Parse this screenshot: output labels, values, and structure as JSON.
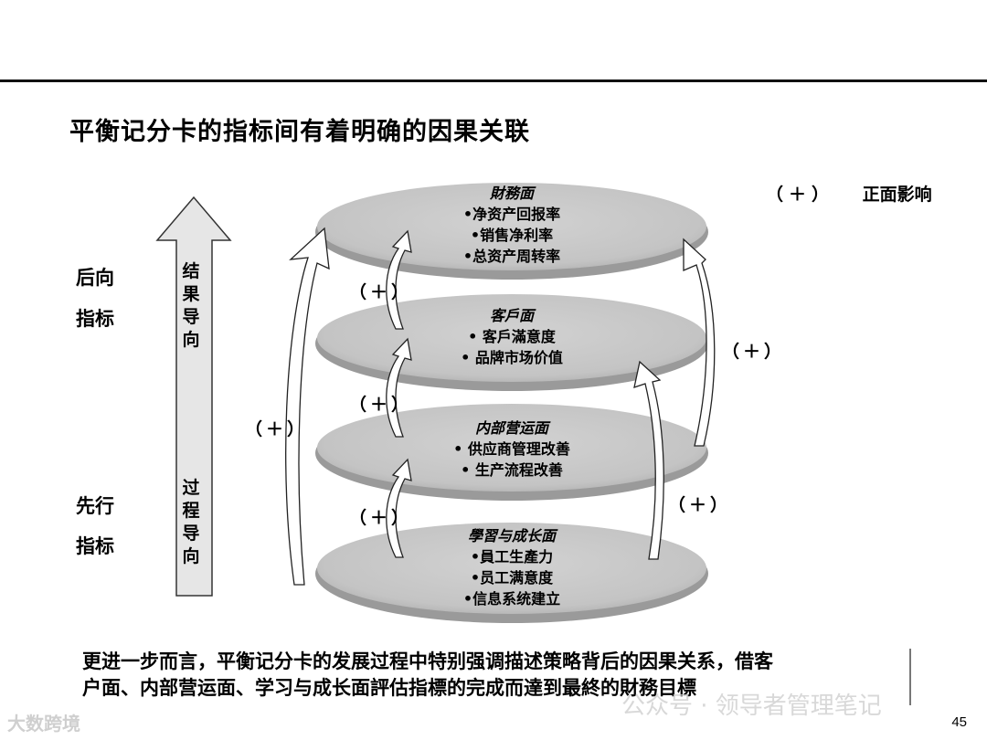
{
  "title": "平衡记分卡的指标间有着明确的因果关联",
  "legend": {
    "symbol": "（＋）",
    "label": "正面影响"
  },
  "left_labels": {
    "lagging": [
      "后向",
      "指标"
    ],
    "leading": [
      "先行",
      "指标"
    ]
  },
  "arrow_labels": {
    "result": "结果导向",
    "process": "过程导向"
  },
  "layers": [
    {
      "title": "財務面",
      "items": [
        "•净资产回报率",
        "•销售净利率",
        "•总资产周转率"
      ]
    },
    {
      "title": "客戶面",
      "items": [
        "• 客戶滿意度",
        "• 品牌市场价值"
      ]
    },
    {
      "title": "内部营运面",
      "items": [
        "• 供应商管理改善",
        "• 生产流程改善"
      ]
    },
    {
      "title": "學習与成长面",
      "items": [
        "•員工生產力",
        "•员工满意度",
        "•信息系统建立"
      ]
    }
  ],
  "plus_marks": {
    "text": "（＋）"
  },
  "caption": [
    "更进一步而言，平衡记分卡的发展过程中特别强调描述策略背后的因果关系，借客",
    "户面、内部营运面、学习与成长面評估指標的完成而達到最終的財務目標"
  ],
  "page_number": "45",
  "watermarks": [
    "大数跨境",
    "公众号 · 领导者管理笔记"
  ],
  "colors": {
    "disc_fill": "#c8c8c8",
    "disc_shadow": "#9a9a9a",
    "arrow_fill": "#e6e6e6"
  }
}
